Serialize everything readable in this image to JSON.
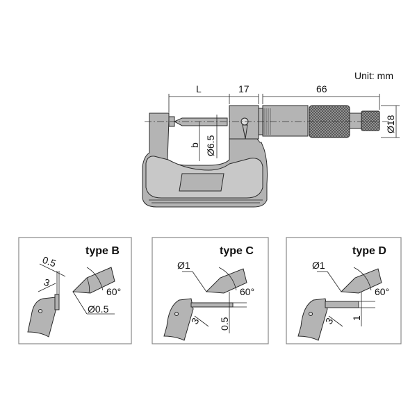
{
  "unit_label": "Unit: mm",
  "main": {
    "dim_L": "L",
    "dim_17": "17",
    "dim_66": "66",
    "dim_b": "b",
    "dim_d65": "Ø6.5",
    "dim_d18": "Ø18"
  },
  "panels": [
    {
      "title": "type B",
      "a": "0.5",
      "b": "3",
      "angle": "60°",
      "dia": "Ø0.5"
    },
    {
      "title": "type C",
      "dia": "Ø1",
      "angle": "60°",
      "a": "3",
      "b": "0.5"
    },
    {
      "title": "type D",
      "dia": "Ø1",
      "angle": "60°",
      "a": "3",
      "b": "1"
    }
  ],
  "knurl_color": "#8a8a8a"
}
